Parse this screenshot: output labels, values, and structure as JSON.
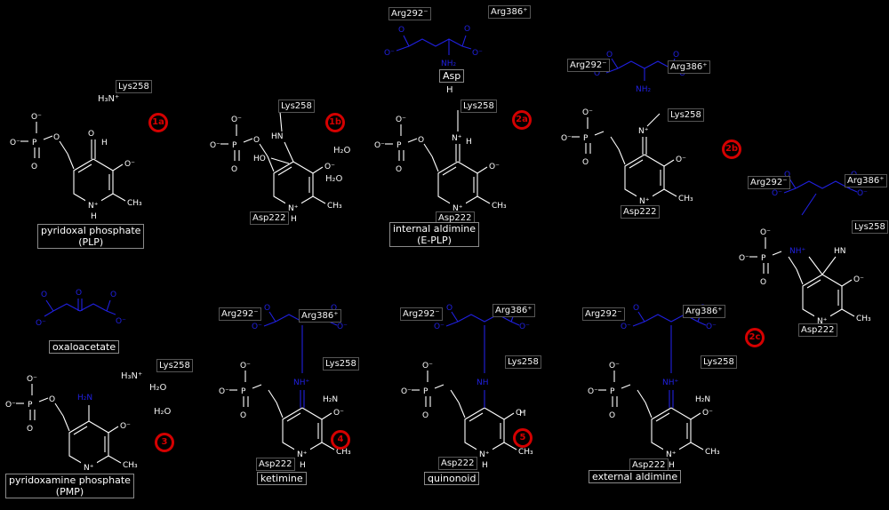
{
  "figure": {
    "background": "#000000",
    "substrate_color": "#2020e0",
    "step_color": "#d40000",
    "description": "aspartate aminotransferase PLP transamination mechanism"
  },
  "glyphs": {
    "O": "O",
    "O_minus": "O⁻",
    "P": "P",
    "N_plus": "N⁺",
    "N": "N⁺",
    "H": "H",
    "CH3": "CH₃",
    "HN": "HN",
    "HO": "HO",
    "NH": "NH",
    "NH_plus": "NH⁺",
    "NH2": "NH₂",
    "H2N": "H₂N",
    "H3N_plus": "H₃N⁺",
    "H2O": "H₂O"
  },
  "residues": {
    "lys258": "Lys258",
    "asp222": "Asp222",
    "arg292": "Arg292⁻",
    "arg386": "Arg386⁺"
  },
  "steps": {
    "s1a": "1a",
    "s1b": "1b",
    "s2a": "2a",
    "s2b": "2b",
    "s2c": "2c",
    "s3": "3",
    "s4": "4",
    "s5": "5"
  },
  "captions": {
    "plp_line1": "pyridoxal phosphate",
    "plp_line2": "(PLP)",
    "internal_line1": "internal aldimine",
    "internal_line2": "(E-PLP)",
    "asp": "Asp",
    "oxaloacetate": "oxaloacetate",
    "pmp_line1": "pyridoxamine phosphate",
    "pmp_line2": "(PMP)",
    "ketimine": "ketimine",
    "quinonoid": "quinonoid",
    "external": "external aldimine"
  }
}
